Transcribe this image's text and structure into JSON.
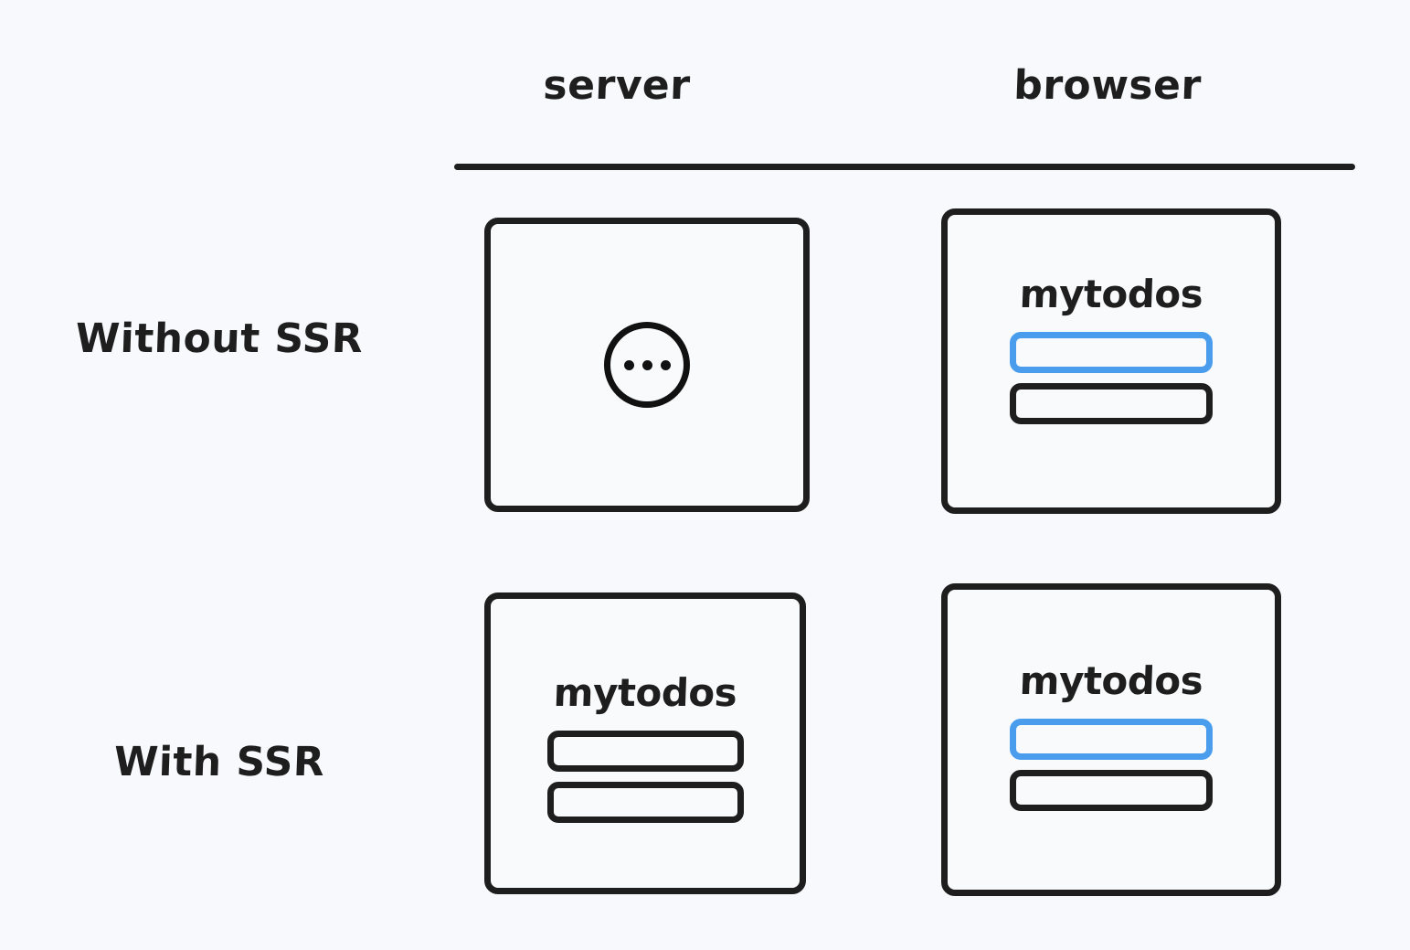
{
  "diagram": {
    "title": "Without SSR vs With SSR rendering comparison",
    "background_color": "#f7f9fc",
    "ink_color": "#1e1e1e",
    "accent_color": "#4a9ded"
  },
  "columns": [
    {
      "id": "server",
      "label": "server"
    },
    {
      "id": "browser",
      "label": "browser"
    }
  ],
  "rows": [
    {
      "id": "without-ssr",
      "label": "Without SSR"
    },
    {
      "id": "with-ssr",
      "label": "With SSR"
    }
  ],
  "cells": {
    "without_ssr": {
      "server": {
        "state": "loading",
        "icon": "ellipsis-circle-icon",
        "dots": [
          "dot",
          "dot",
          "dot"
        ]
      },
      "browser": {
        "state": "rendered",
        "app_title": "mytodos",
        "todo_rows": [
          {
            "style": "accent"
          },
          {
            "style": "plain"
          }
        ]
      }
    },
    "with_ssr": {
      "server": {
        "state": "rendered",
        "app_title": "mytodos",
        "todo_rows": [
          {
            "style": "plain"
          },
          {
            "style": "plain"
          }
        ]
      },
      "browser": {
        "state": "rendered",
        "app_title": "mytodos",
        "todo_rows": [
          {
            "style": "accent"
          },
          {
            "style": "plain"
          }
        ]
      }
    }
  }
}
